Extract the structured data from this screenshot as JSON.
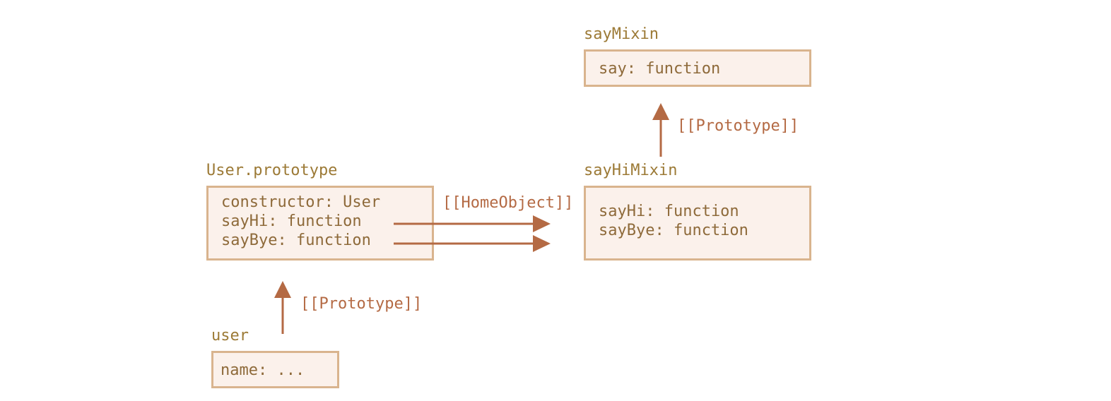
{
  "colors": {
    "box_border": "#d9b48e",
    "box_fill": "#fbf1eb",
    "object_title": "#9c7a36",
    "box_text": "#8e6a3a",
    "arrow": "#b46a44"
  },
  "objects": {
    "say_mixin": {
      "title": "sayMixin",
      "lines": [
        "say: function"
      ]
    },
    "say_hi_mixin": {
      "title": "sayHiMixin",
      "lines": [
        "sayHi: function",
        "sayBye: function"
      ]
    },
    "user_prototype": {
      "title": "User.prototype",
      "lines": [
        "constructor: User",
        "sayHi: function",
        "sayBye: function"
      ]
    },
    "user": {
      "title": "user",
      "lines": [
        "name: ..."
      ]
    }
  },
  "arrows": {
    "user_to_prototype_label": "[[Prototype]]",
    "home_object_label": "[[HomeObject]]",
    "hi_mixin_to_say_mixin_label": "[[Prototype]]"
  }
}
